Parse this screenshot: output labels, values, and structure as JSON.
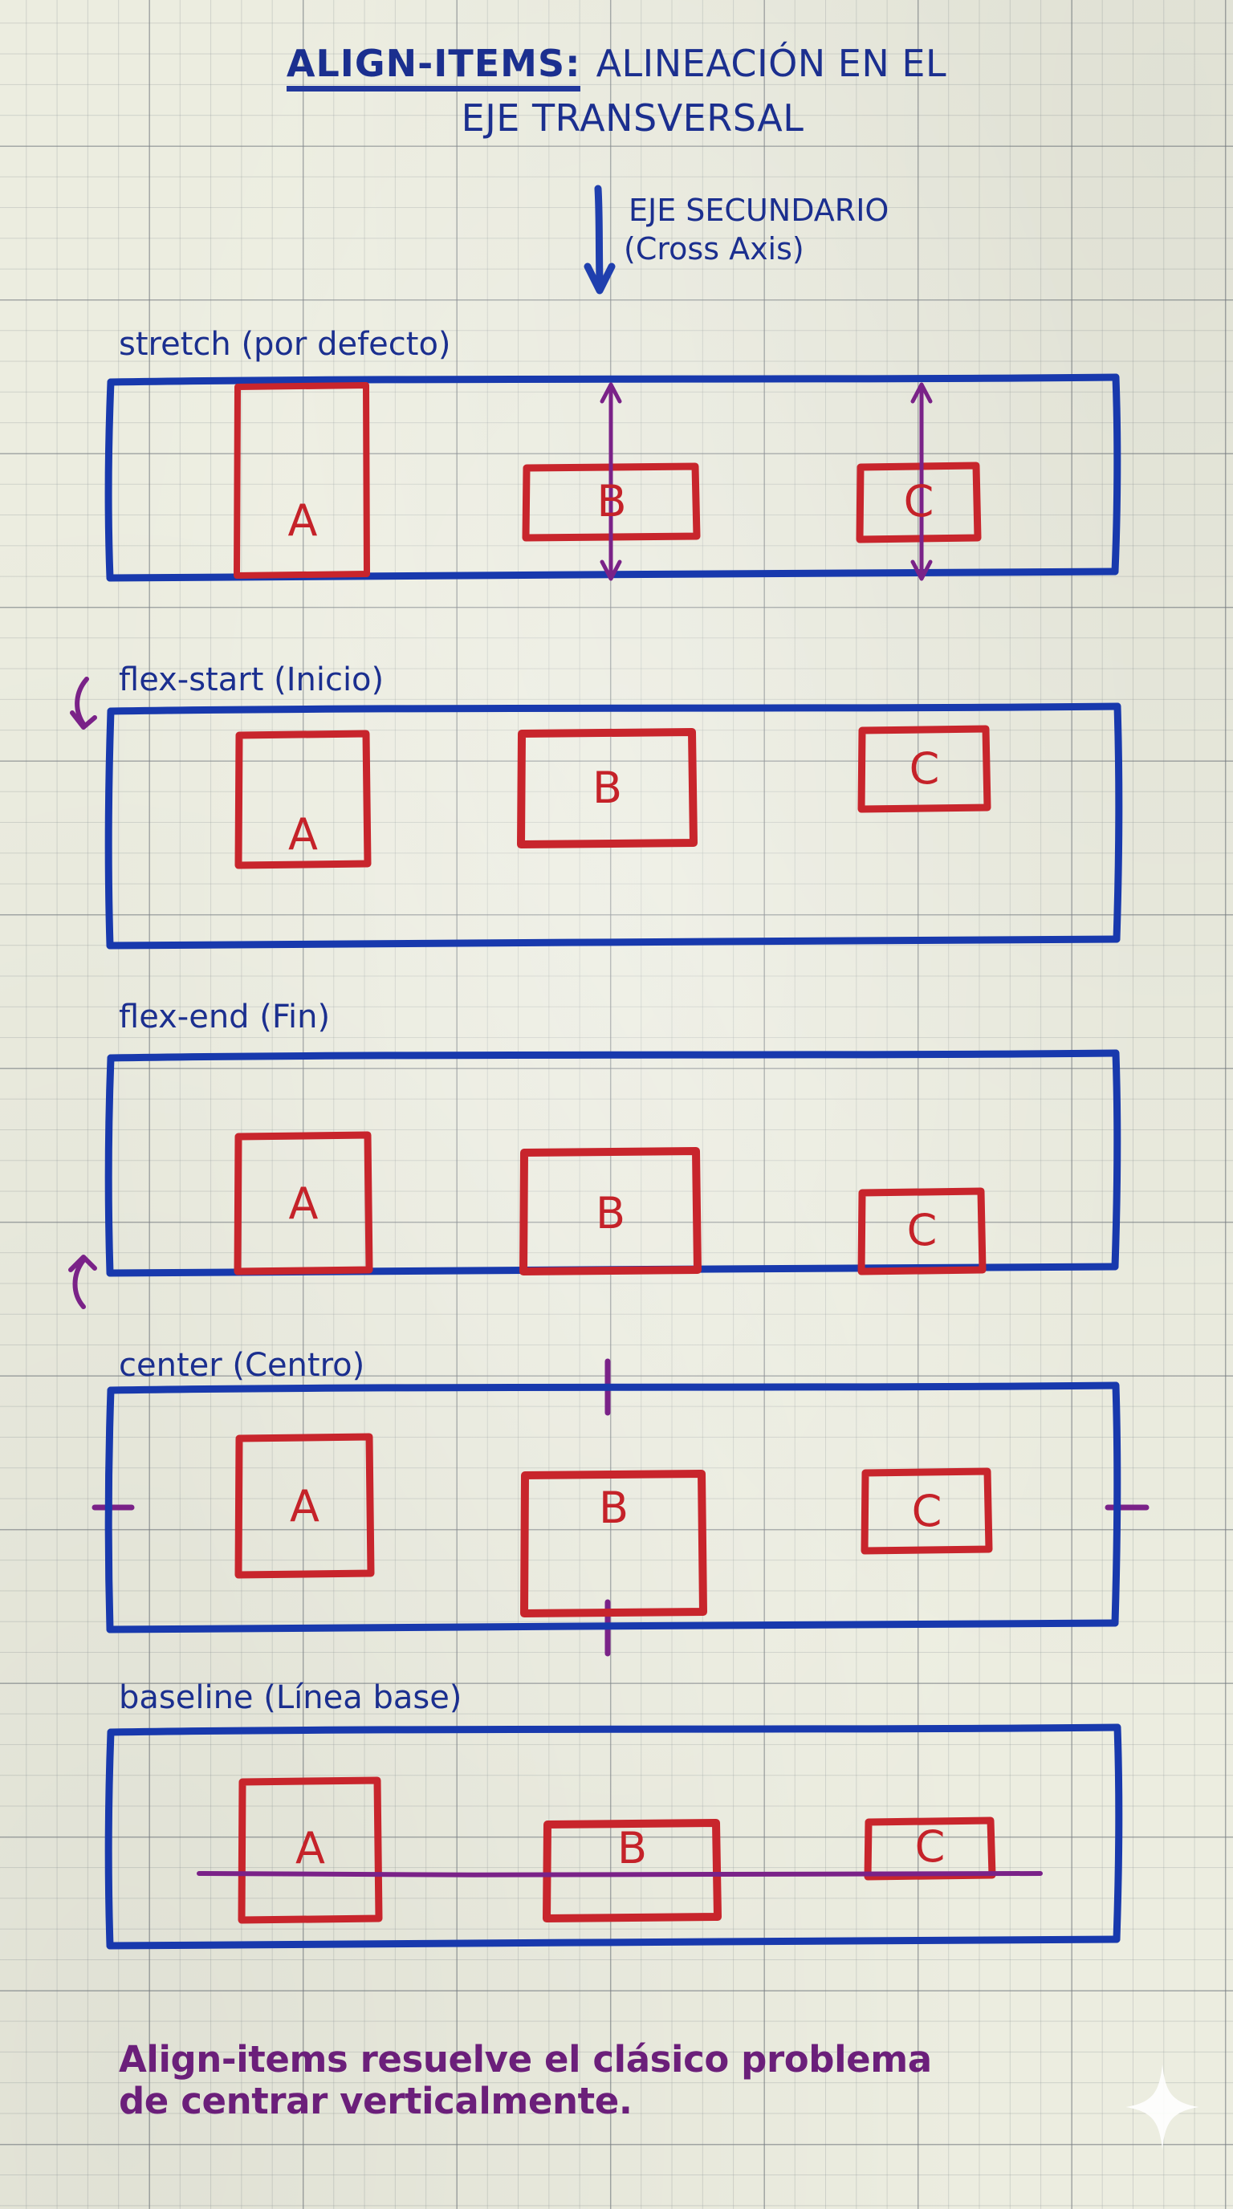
{
  "title": {
    "keyword": "ALIGN-ITEMS:",
    "line1_rest": " ALINEACIÓN EN EL",
    "line2": "EJE TRANSVERSAL"
  },
  "cross_axis": {
    "label": "EJE SECUNDARIO",
    "sublabel": "(Cross Axis)",
    "arrow_direction": "down"
  },
  "colors": {
    "paper": "#ecede0",
    "blue_ink": "#1b2f8f",
    "red_ink": "#c52229",
    "purple_ink": "#6b1f7a",
    "grid_line": "#8a9094"
  },
  "rows": [
    {
      "id": "stretch",
      "label": "stretch (por defecto)",
      "items": [
        {
          "letter": "A",
          "note": "full height"
        },
        {
          "letter": "B",
          "note": "natural height"
        },
        {
          "letter": "C",
          "note": "natural height"
        }
      ],
      "annotation": "double-arrow-vertical"
    },
    {
      "id": "flex-start",
      "label": "flex-start (Inicio)",
      "items": [
        {
          "letter": "A",
          "note": "top aligned"
        },
        {
          "letter": "B",
          "note": "top aligned"
        },
        {
          "letter": "C",
          "note": "top aligned"
        }
      ],
      "annotation": "curve-arrow-down-left"
    },
    {
      "id": "flex-end",
      "label": "flex-end (Fin)",
      "items": [
        {
          "letter": "A",
          "note": "bottom aligned"
        },
        {
          "letter": "B",
          "note": "bottom aligned"
        },
        {
          "letter": "C",
          "note": "bottom aligned"
        }
      ],
      "annotation": "curve-arrow-up-left"
    },
    {
      "id": "center",
      "label": "center (Centro)",
      "items": [
        {
          "letter": "A",
          "note": "centered"
        },
        {
          "letter": "B",
          "note": "centered"
        },
        {
          "letter": "C",
          "note": "centered"
        }
      ],
      "annotation": "center-tick-marks"
    },
    {
      "id": "baseline",
      "label": "baseline (Línea base)",
      "items": [
        {
          "letter": "A",
          "note": "text baseline aligned"
        },
        {
          "letter": "B",
          "note": "text baseline aligned"
        },
        {
          "letter": "C",
          "note": "text baseline aligned"
        }
      ],
      "annotation": "baseline-line-horizontal"
    }
  ],
  "footer": {
    "line1": "Align-items resuelve el clásico problema",
    "line2": "de centrar verticalmente."
  },
  "watermark": {
    "icon": "sparkle-icon"
  }
}
